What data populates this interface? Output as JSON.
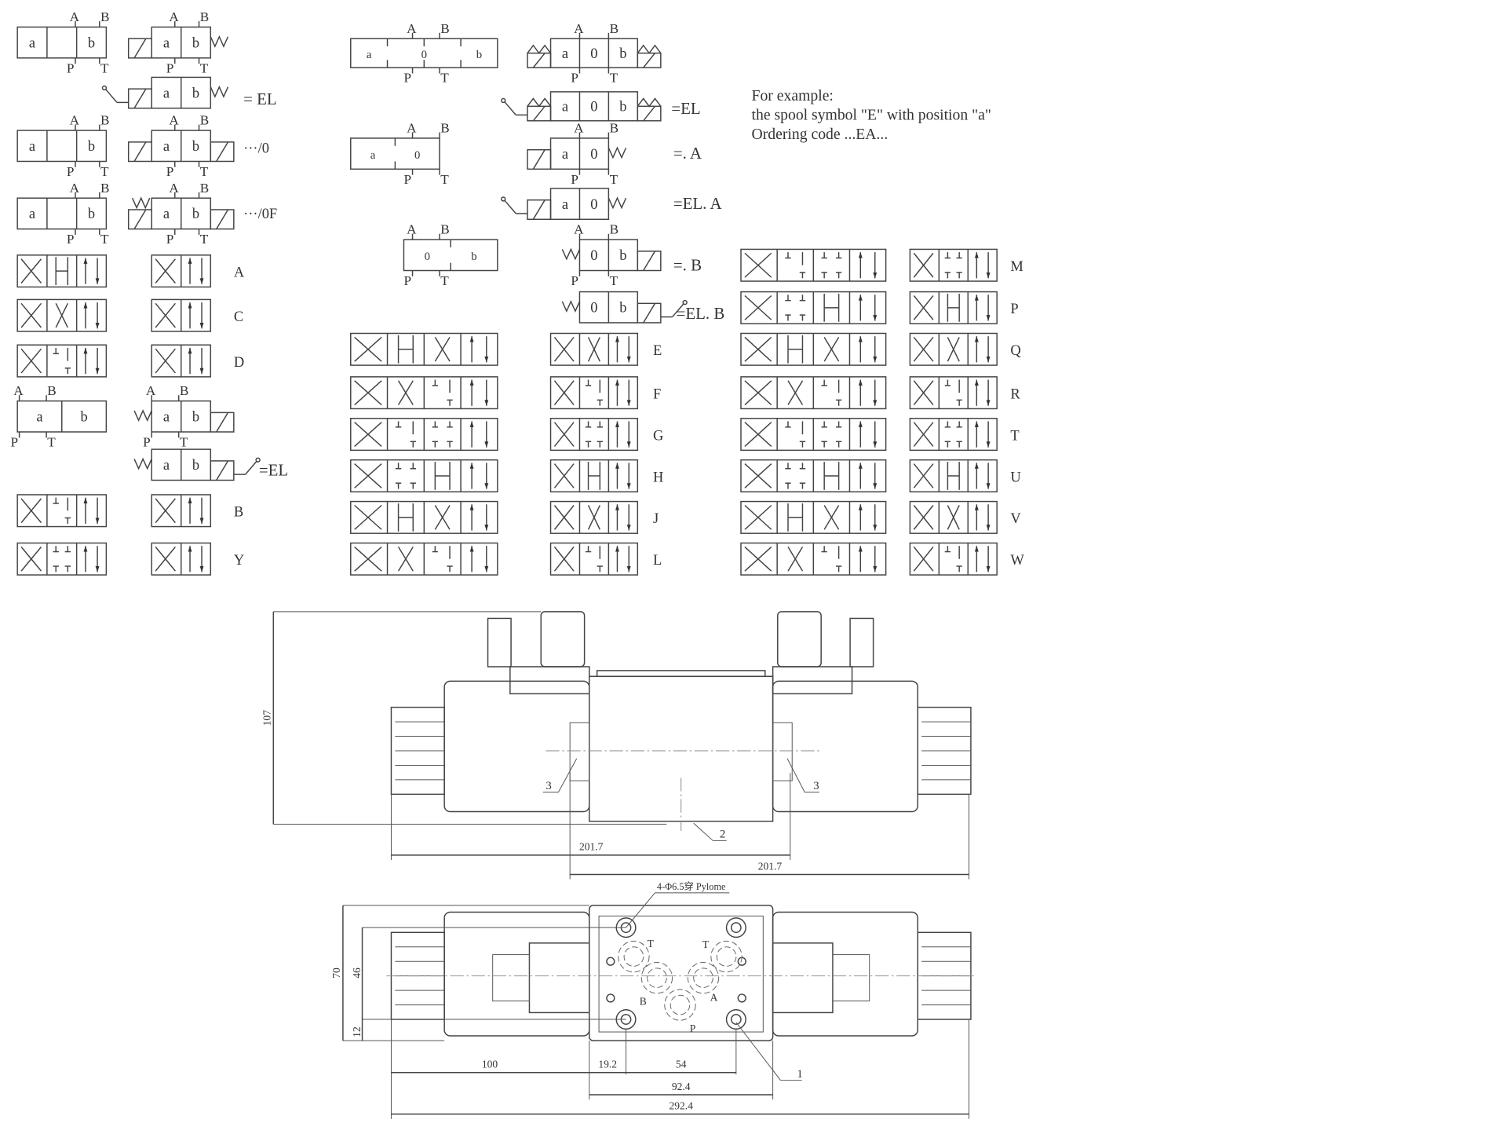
{
  "symbols": {
    "ports": {
      "A": "A",
      "B": "B",
      "P": "P",
      "T": "T"
    },
    "positions": {
      "a": "a",
      "b": "b",
      "zero": "0"
    },
    "suffixes": {
      "el_col2": "= EL",
      "zero_col2": "···/0",
      "zero_f_col2": "···/0F",
      "el_col2_lower": "=EL",
      "el_col4": "=EL",
      "dot_a": "=. A",
      "el_a": "=EL. A",
      "dot_b": "=. B",
      "el_b": "=EL. B"
    },
    "spools_two_position": [
      "A",
      "C",
      "D"
    ],
    "spools_two_position_lower": [
      "B",
      "Y"
    ],
    "spools_three_position": [
      "E",
      "F",
      "G",
      "H",
      "J",
      "L"
    ],
    "spools_three_position_right": [
      "M",
      "P",
      "Q",
      "R",
      "T",
      "U",
      "V",
      "W"
    ]
  },
  "note": {
    "line1": "For example:",
    "line2": "the spool symbol \"E\" with position \"a\"",
    "line3": "Ordering code ...EA..."
  },
  "side_view": {
    "height": "107",
    "width_left": "201.7",
    "width_right": "201.7",
    "callout_left": "3",
    "callout_right": "3",
    "callout_bottom": "2"
  },
  "bottom_view": {
    "hole_spec": "4-Φ6.5穿 Pylome",
    "height_70": "70",
    "height_46": "46",
    "height_12": "12",
    "dim_100": "100",
    "dim_19_2": "19.2",
    "dim_54": "54",
    "dim_92_4": "92.4",
    "dim_292_4": "292.4",
    "callout": "1",
    "port_T_left": "T",
    "port_T_right": "T",
    "port_B": "B",
    "port_A": "A",
    "port_P": "P"
  }
}
